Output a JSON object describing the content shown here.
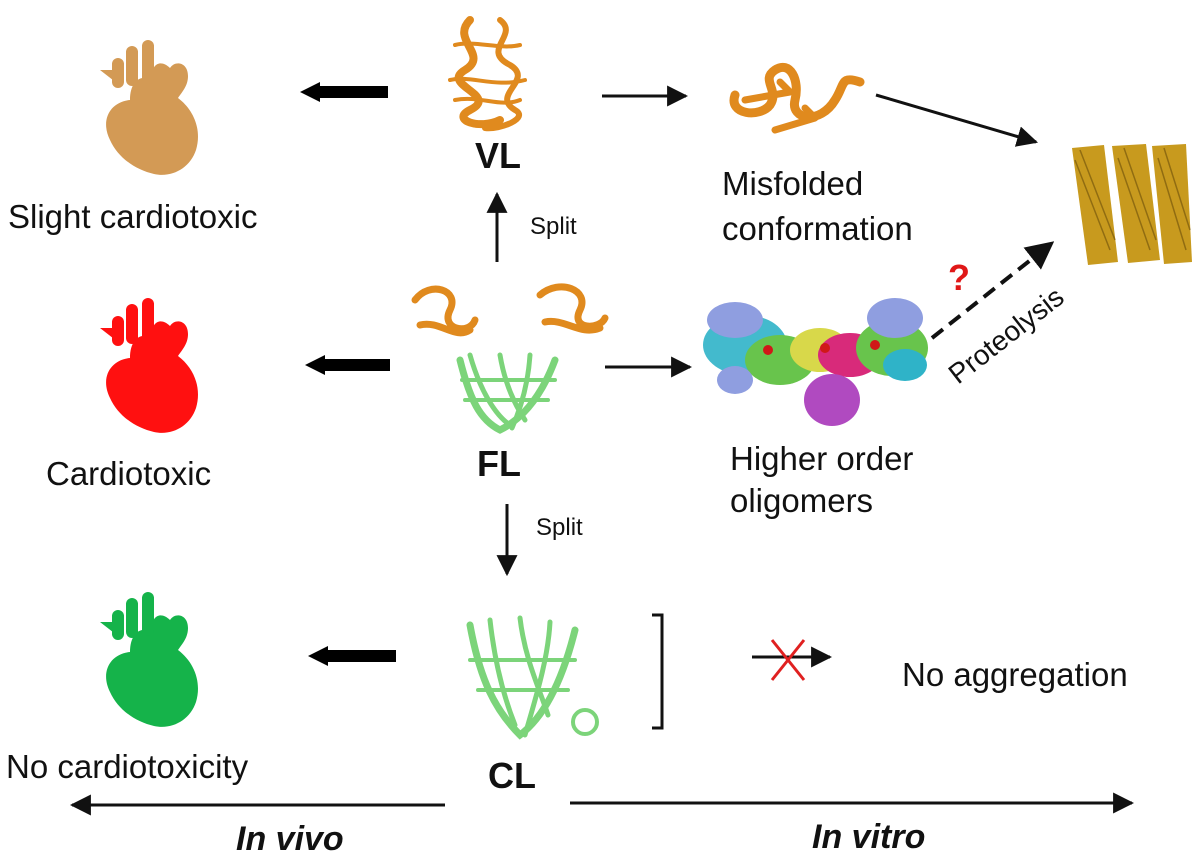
{
  "hearts": {
    "top": {
      "label": "Slight cardiotoxic",
      "color": "#d39a55"
    },
    "middle": {
      "label": "Cardiotoxic",
      "color": "#ff1010"
    },
    "bottom": {
      "label": "No cardiotoxicity",
      "color": "#15b34a"
    }
  },
  "proteins": {
    "vl": {
      "label": "VL",
      "color": "#e08a1e"
    },
    "fl": {
      "label": "FL",
      "color": "#7cd47a"
    },
    "cl": {
      "label": "CL",
      "color": "#7cd47a"
    }
  },
  "split_label": "Split",
  "right_side": {
    "misfolded": [
      "Misfolded",
      "conformation"
    ],
    "oligomers": [
      "Higher order",
      "oligomers"
    ],
    "proteolysis": "Proteolysis",
    "question": "?",
    "no_aggregation": "No aggregation",
    "fibril_color": "#c89a1e"
  },
  "axes": {
    "in_vivo": "In vivo",
    "in_vitro": "In vitro"
  }
}
